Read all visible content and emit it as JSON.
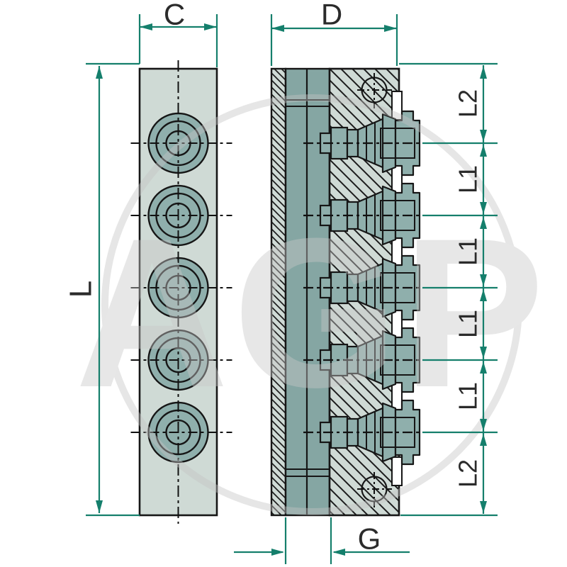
{
  "drawing": {
    "kind": "hydraulic-manifold-technical-drawing",
    "port_count": 5,
    "labels": {
      "front_width": "C",
      "side_depth": "D",
      "overall_length": "L",
      "bottom_thread": "G"
    },
    "right_spacings": [
      {
        "label": "L2"
      },
      {
        "label": "L1"
      },
      {
        "label": "L1"
      },
      {
        "label": "L1"
      },
      {
        "label": "L1"
      },
      {
        "label": "L2"
      }
    ],
    "watermark": "AGP",
    "colors": {
      "dimension_teal": "#157f6c",
      "outline_black": "#161616",
      "body_fill_light": "#cfdad5",
      "bore_fill_dark": "#85a6a3",
      "fitting_fill": "#8fafac",
      "watermark_gray": "#cccccc"
    }
  }
}
